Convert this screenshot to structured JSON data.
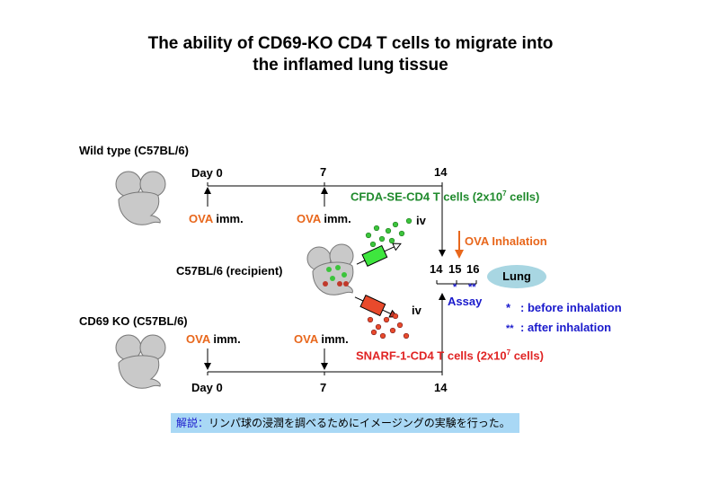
{
  "title_line1": "The ability of CD69-KO CD4 T cells to migrate into",
  "title_line2": "the inflamed lung tissue",
  "wild_type_label": "Wild type (C57BL/6)",
  "recipient_label": "C57BL/6 (recipient)",
  "ko_label": "CD69 KO (C57BL/6)",
  "top_timeline": {
    "day0": "Day 0",
    "day7": "7",
    "day14": "14"
  },
  "bottom_timeline": {
    "day0": "Day 0",
    "day7": "7",
    "day14": "14"
  },
  "ova_word": "OVA",
  "imm_word": "imm.",
  "cfda_label": "CFDA-SE-CD4 T cells (2x10",
  "cfda_exp": "7",
  "cfda_tail": " cells)",
  "snarf_label": "SNARF-1-CD4 T cells (2x10",
  "snarf_exp": "7",
  "snarf_tail": " cells)",
  "iv_top": "iv",
  "iv_bottom": "iv",
  "ova_inhalation": "OVA Inhalation",
  "days_assay": {
    "d14": "14",
    "d15": "15",
    "d16": "16"
  },
  "star_single": "*",
  "star_double": "**",
  "assay_label": "Assay",
  "lung_label": "Lung",
  "legend": {
    "single_sym": "*",
    "single_text": ": before inhalation",
    "double_sym": "**",
    "double_text": ": after inhalation"
  },
  "note": {
    "key": "解説：",
    "text": "リンパ球の浸潤を調べるためにイメージングの実験を行った。"
  },
  "colors": {
    "orange": "#e8671c",
    "green": "#1f8a2c",
    "red": "#e02424",
    "blue": "#1a1acc",
    "mouse": "#c9c9c9"
  }
}
